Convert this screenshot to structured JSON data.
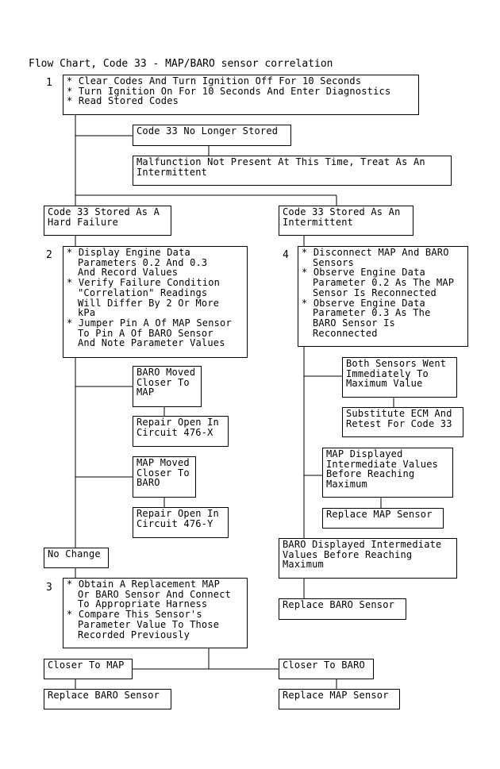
{
  "title": "Flow Chart, Code 33 - MAP/BARO sensor correlation",
  "steps": {
    "s1": "1",
    "s2": "2",
    "s3": "3",
    "s4": "4"
  },
  "boxes": {
    "step1": {
      "bullets": [
        "Clear Codes And Turn Ignition Off For 10 Seconds",
        "Turn Ignition On For 10 Seconds And Enter Diagnostics",
        "Read Stored Codes"
      ]
    },
    "no_longer_stored": [
      "Code 33 No Longer Stored"
    ],
    "malfunction_not_present": [
      "Malfunction Not Present At This Time, Treat As An",
      "Intermittent"
    ],
    "stored_hard": [
      "Code 33 Stored As A",
      "Hard Failure"
    ],
    "stored_intermittent": [
      "Code 33 Stored As An",
      "Intermittent"
    ],
    "step2": {
      "bullets": [
        [
          "Display Engine Data",
          "Parameters 0.2 And 0.3",
          "And Record Values"
        ],
        [
          "Verify Failure Condition",
          "\"Correlation\" Readings",
          "Will Differ By 2 Or More",
          "kPa"
        ],
        [
          "Jumper Pin A Of MAP Sensor",
          "To Pin A Of BARO Sensor",
          "And Note Parameter Values"
        ]
      ]
    },
    "step4": {
      "bullets": [
        [
          "Disconnect MAP And BARO",
          "Sensors"
        ],
        [
          "Observe Engine Data",
          "Parameter 0.2 As The MAP",
          "Sensor Is Reconnected"
        ],
        [
          "Observe Engine Data",
          "Parameter 0.3 As The",
          "BARO Sensor Is",
          "Reconnected"
        ]
      ]
    },
    "baro_moved": [
      "BARO Moved",
      "Closer To",
      "MAP"
    ],
    "repair_476x": [
      "Repair Open In",
      "Circuit 476-X"
    ],
    "map_moved": [
      "MAP Moved",
      "Closer To",
      "BARO"
    ],
    "repair_476y": [
      "Repair Open In",
      "Circuit 476-Y"
    ],
    "both_max": [
      "Both Sensors Went",
      "Immediately To",
      "Maximum Value"
    ],
    "substitute_ecm": [
      "Substitute ECM And",
      "Retest For Code 33"
    ],
    "map_intermediate": [
      "MAP Displayed",
      "Intermediate Values",
      "Before Reaching",
      "Maximum"
    ],
    "replace_map_1": [
      "Replace MAP Sensor"
    ],
    "baro_intermediate": [
      "BARO Displayed Intermediate",
      "Values Before Reaching",
      "Maximum"
    ],
    "replace_baro_1": [
      "Replace BARO Sensor"
    ],
    "no_change": [
      "No Change"
    ],
    "step3": {
      "bullets": [
        [
          "Obtain A Replacement MAP",
          "Or BARO Sensor And Connect",
          "To Appropriate Harness"
        ],
        [
          "Compare This Sensor's",
          "Parameter Value To Those",
          "Recorded Previously"
        ]
      ]
    },
    "closer_map": [
      "Closer To MAP"
    ],
    "closer_baro": [
      "Closer To BARO"
    ],
    "replace_baro_2": [
      "Replace BARO Sensor"
    ],
    "replace_map_2": [
      "Replace MAP Sensor"
    ]
  }
}
